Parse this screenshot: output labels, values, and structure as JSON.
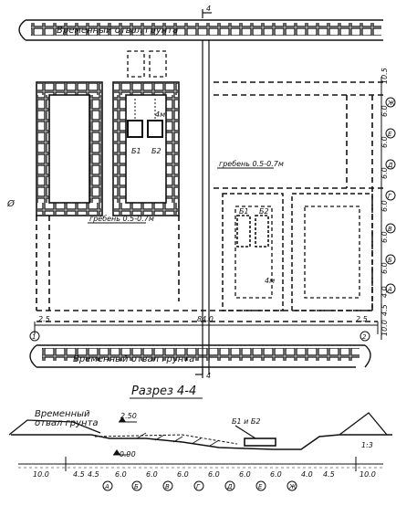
{
  "plan": {
    "spoil_top_label": "Временный  отвал  грунта",
    "spoil_bottom_label": "Временный  отвал  грунта",
    "mark_4": "4",
    "crest_label_1": "гребень 0.5-0.7м",
    "crest_label_2": "гребень 0.5-0.7м",
    "machine_b1": "Б1",
    "machine_b2": "Б2",
    "width_note": "4м",
    "left_mark": "Ø",
    "dim_left": "2.5",
    "dim_center": "84.0",
    "dim_right": "2.5",
    "axis_1": "1",
    "axis_2": "2",
    "right_dims": [
      "10.5",
      "6.0",
      "6.0",
      "6.0",
      "6.0",
      "6.0",
      "6.0",
      "4.0",
      "4.5",
      "10.0"
    ],
    "right_axes": [
      "Ж",
      "Е",
      "Д",
      "Г",
      "В",
      "Б",
      "А"
    ]
  },
  "section": {
    "title": "Разрез  4-4",
    "spoil_label_1": "Временный",
    "spoil_label_2": "отвал грунта",
    "elev_top": "2.50",
    "elev_bottom": "-0.90",
    "machine_label": "Б1 и Б2",
    "slope": "1:3",
    "bottom_dims": [
      "10.0",
      "4.5",
      "4.5",
      "6.0",
      "6.0",
      "6.0",
      "6.0",
      "6.0",
      "6.0",
      "4.0",
      "4.5",
      "10.0"
    ],
    "bottom_axes": [
      "А",
      "Б",
      "В",
      "Г",
      "Д",
      "Е",
      "Ж"
    ]
  }
}
